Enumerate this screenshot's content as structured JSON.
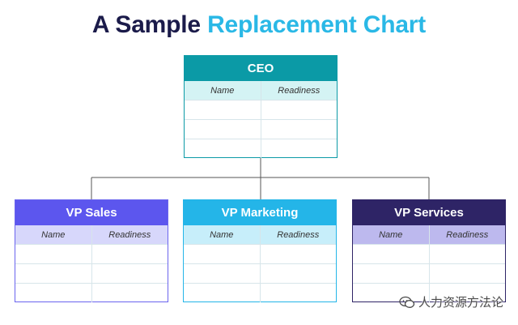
{
  "title": {
    "part1": "A Sample",
    "part2": "Replacement Chart"
  },
  "colors": {
    "title_dark": "#1b1b4a",
    "title_accent": "#2ab8e6",
    "ceo": "#0b9aa6",
    "vp_sales": "#5c56ee",
    "vp_marketing": "#24b5e8",
    "vp_services": "#2e2466",
    "connector": "#555555"
  },
  "tables": {
    "ceo": {
      "title": "CEO",
      "col1": "Name",
      "col2": "Readiness"
    },
    "vp_sales": {
      "title": "VP Sales",
      "col1": "Name",
      "col2": "Readiness"
    },
    "vp_marketing": {
      "title": "VP Marketing",
      "col1": "Name",
      "col2": "Readiness"
    },
    "vp_services": {
      "title": "VP Services",
      "col1": "Name",
      "col2": "Readiness"
    }
  },
  "watermark": {
    "icon": "wechat-icon",
    "text": "人力资源方法论"
  }
}
